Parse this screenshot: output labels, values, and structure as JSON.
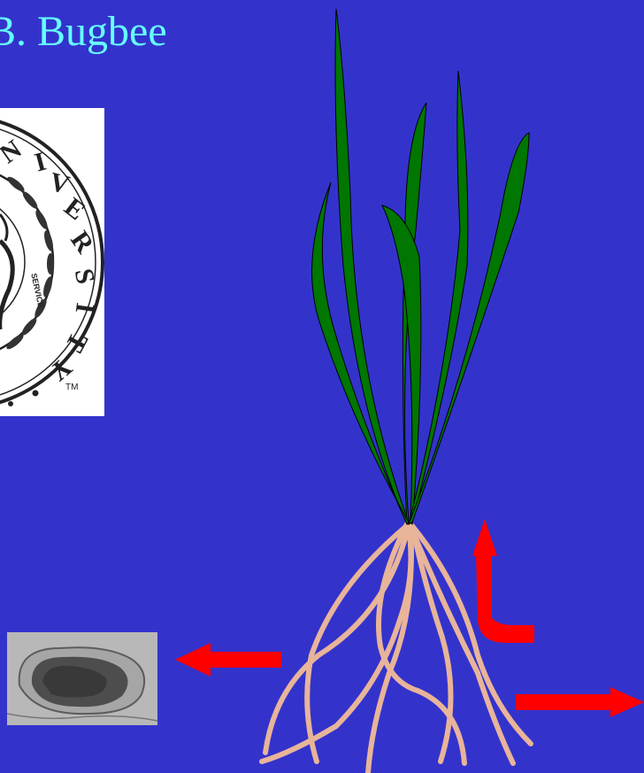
{
  "slide": {
    "title": "B. Bugbee",
    "seal": {
      "letters": [
        "N",
        "I",
        "V",
        "E",
        "R",
        "S",
        "I",
        "T",
        "Y"
      ],
      "inner_text": "SERVICE",
      "trademark": "TM"
    }
  },
  "colors": {
    "background": "#3333cc",
    "title": "#66ffff",
    "leaf": "#007700",
    "root": "#e8b49a",
    "arrow": "#ff0000"
  },
  "icons": [
    "university-seal",
    "microscope-image",
    "wheat-plant",
    "arrow-left",
    "arrow-up",
    "arrow-right"
  ]
}
